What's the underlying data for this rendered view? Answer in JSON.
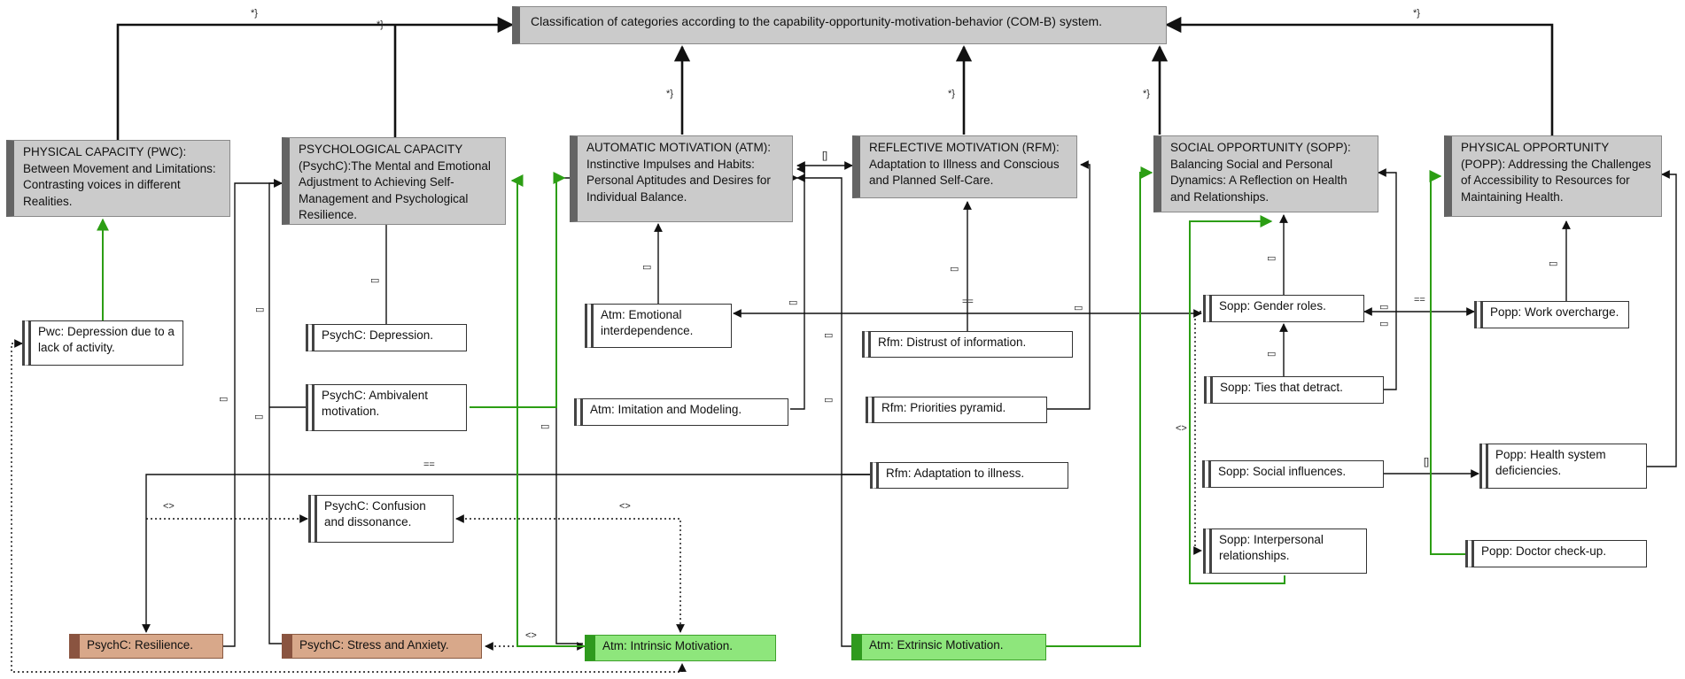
{
  "title": "Classification of categories according to the capability-opportunity-motivation-behavior (COM-B) system.",
  "categories": {
    "pwc": "PHYSICAL CAPACITY (PWC): Between Movement and Limitations: Contrasting voices in different Realities.",
    "psychc": "PSYCHOLOGICAL CAPACITY (PsychC):The Mental and Emotional Adjustment to Achieving Self-Management and Psychological Resilience.",
    "atm": "AUTOMATIC MOTIVATION (ATM): Instinctive Impulses and Habits: Personal Aptitudes and Desires for Individual Balance.",
    "rfm": "REFLECTIVE MOTIVATION (RFM): Adaptation to Illness and Conscious and Planned Self-Care.",
    "sopp": "SOCIAL OPPORTUNITY (SOPP): Balancing Social and Personal Dynamics: A Reflection on Health and Relationships.",
    "popp": "PHYSICAL OPPORTUNITY (POPP): Addressing the Challenges of Accessibility to Resources for Maintaining Health."
  },
  "codes": {
    "pwc_depression": "Pwc: Depression due to a lack of activity.",
    "psychc_depression": "PsychC: Depression.",
    "psychc_ambivalent": "PsychC: Ambivalent motivation.",
    "psychc_confusion": "PsychC: Confusion and dissonance.",
    "psychc_resilience": "PsychC: Resilience.",
    "psychc_stress": "PsychC: Stress and Anxiety.",
    "atm_emotional": "Atm: Emotional interdependence.",
    "atm_imitation": "Atm: Imitation and Modeling.",
    "atm_intrinsic": "Atm: Intrinsic Motivation.",
    "atm_extrinsic": "Atm: Extrinsic Motivation.",
    "rfm_distrust": "Rfm: Distrust of information.",
    "rfm_priorities": "Rfm: Priorities pyramid.",
    "rfm_adaptation": "Rfm: Adaptation to illness.",
    "sopp_gender": "Sopp: Gender roles.",
    "sopp_ties": "Sopp: Ties that detract.",
    "sopp_social": "Sopp: Social influences.",
    "sopp_interpersonal": "Sopp: Interpersonal relationships.",
    "popp_work": "Popp: Work overcharge.",
    "popp_health": "Popp: Health system deficiencies.",
    "popp_doctor": "Popp: Doctor check-up."
  },
  "relations": {
    "part_of": "*}",
    "is_a": "▭",
    "associated": "==",
    "contradicts": "<>",
    "property": "[]"
  },
  "colors": {
    "category": "#cbcbcb",
    "outcome_brown": "#d8a88a",
    "outcome_green": "#8ee67c",
    "green_link": "#2c9e14"
  }
}
